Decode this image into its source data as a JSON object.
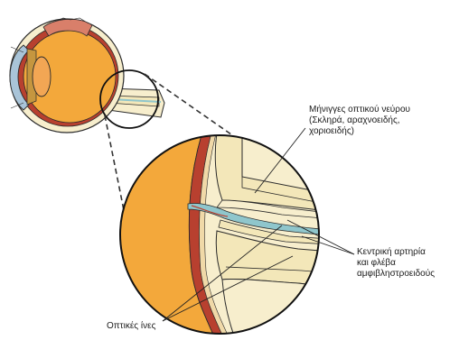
{
  "labels": {
    "meninges": [
      "Μήνιγγες οπτικού νεύρου",
      "(Σκληρά, αραχνοειδής,",
      "χοριοειδής)"
    ],
    "artery": [
      "Κεντρική αρτηρία",
      "και φλέβα",
      "αμφιβληστροειδούς"
    ],
    "fibers": "Οπτικές ίνες"
  },
  "colors": {
    "vitreous": "#f3a83b",
    "choroid": "#b8402f",
    "sclera_light": "#f7eecd",
    "sheath": "#f3e7b9",
    "vessel": "#8fc6cc",
    "outline": "#2a2a2a",
    "lens": "#f2a654",
    "iris": "#c5963f",
    "cornea": "#a9c4d8"
  }
}
